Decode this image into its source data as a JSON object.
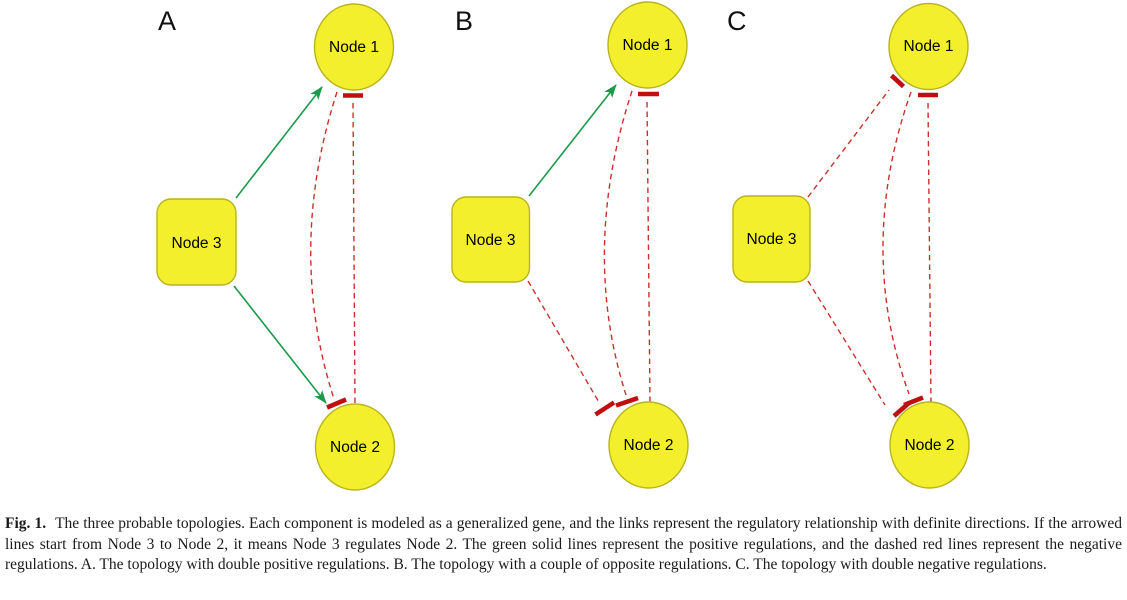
{
  "figure": {
    "panels": [
      {
        "id": "A",
        "label": "A",
        "nodes": {
          "node1": {
            "label": "Node 1",
            "shape": "ellipse"
          },
          "node2": {
            "label": "Node 2",
            "shape": "ellipse"
          },
          "node3": {
            "label": "Node 3",
            "shape": "rounded-rectangle"
          }
        },
        "edges": [
          {
            "from": "Node 3",
            "to": "Node 1",
            "regulation": "positive",
            "line": "green solid arrow"
          },
          {
            "from": "Node 3",
            "to": "Node 2",
            "regulation": "positive",
            "line": "green solid arrow"
          },
          {
            "from": "Node 1",
            "to": "Node 2",
            "regulation": "negative",
            "line": "red dashed T-bar"
          },
          {
            "from": "Node 2",
            "to": "Node 1",
            "regulation": "negative",
            "line": "red dashed T-bar"
          }
        ],
        "description": "The topology with double positive regulations"
      },
      {
        "id": "B",
        "label": "B",
        "nodes": {
          "node1": {
            "label": "Node 1",
            "shape": "ellipse"
          },
          "node2": {
            "label": "Node 2",
            "shape": "ellipse"
          },
          "node3": {
            "label": "Node 3",
            "shape": "rounded-rectangle"
          }
        },
        "edges": [
          {
            "from": "Node 3",
            "to": "Node 1",
            "regulation": "positive",
            "line": "green solid arrow"
          },
          {
            "from": "Node 3",
            "to": "Node 2",
            "regulation": "negative",
            "line": "red dashed T-bar"
          },
          {
            "from": "Node 1",
            "to": "Node 2",
            "regulation": "negative",
            "line": "red dashed T-bar"
          },
          {
            "from": "Node 2",
            "to": "Node 1",
            "regulation": "negative",
            "line": "red dashed T-bar"
          }
        ],
        "description": "The topology with a couple of opposite regulations"
      },
      {
        "id": "C",
        "label": "C",
        "nodes": {
          "node1": {
            "label": "Node 1",
            "shape": "ellipse"
          },
          "node2": {
            "label": "Node 2",
            "shape": "ellipse"
          },
          "node3": {
            "label": "Node 3",
            "shape": "rounded-rectangle"
          }
        },
        "edges": [
          {
            "from": "Node 3",
            "to": "Node 1",
            "regulation": "negative",
            "line": "red dashed T-bar"
          },
          {
            "from": "Node 3",
            "to": "Node 2",
            "regulation": "negative",
            "line": "red dashed T-bar"
          },
          {
            "from": "Node 1",
            "to": "Node 2",
            "regulation": "negative",
            "line": "red dashed T-bar"
          },
          {
            "from": "Node 2",
            "to": "Node 1",
            "regulation": "negative",
            "line": "red dashed T-bar"
          }
        ],
        "description": "The topology with double negative regulations"
      }
    ],
    "colors": {
      "node_fill": "#f3ef2c",
      "node_border": "#b7b41f",
      "positive": "#1b9a4b",
      "negative": "#c8322b",
      "negative_bar": "#c00f0e"
    }
  },
  "caption": {
    "label": "Fig. 1.",
    "text": "The three probable topologies. Each component is modeled as a generalized gene, and the links represent the regulatory relationship with definite directions. If the arrowed lines start from Node 3 to Node 2, it means Node 3 regulates Node 2. The green solid lines represent the positive regulations, and the dashed red lines represent the negative regulations. A. The topology with double positive regulations. B. The topology with a couple of opposite regulations. C. The topology with double negative regulations."
  }
}
